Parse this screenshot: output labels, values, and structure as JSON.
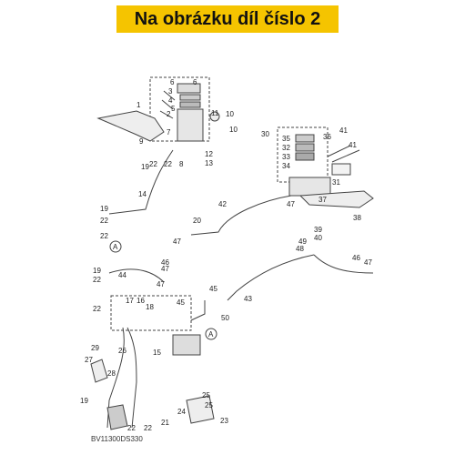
{
  "banner": {
    "title": "Na obrázku díl číslo 2",
    "color": "#f5c400"
  },
  "diagram_code": "BV11300DS330",
  "labels": {
    "l1": "1",
    "l2": "2",
    "l3": "3",
    "l4": "4",
    "l5": "5",
    "l6a": "6",
    "l6b": "6",
    "l7": "7",
    "l8": "8",
    "l9": "9",
    "l10a": "10",
    "l10b": "10",
    "l11": "11",
    "l12": "12",
    "l13": "13",
    "l14": "14",
    "l15": "15",
    "l16": "16",
    "l17": "17",
    "l18": "18",
    "l19a": "19",
    "l19b": "19",
    "l19c": "19",
    "l19d": "19",
    "l20": "20",
    "l21": "21",
    "l22a": "22",
    "l22b": "22",
    "l22c": "22",
    "l22d": "22",
    "l22e": "22",
    "l22f": "22",
    "l22g": "22",
    "l22h": "22",
    "l23": "23",
    "l24": "24",
    "l25a": "25",
    "l25b": "25",
    "l26": "26",
    "l27": "27",
    "l28": "28",
    "l29": "29",
    "l30": "30",
    "l31": "31",
    "l32": "32",
    "l33": "33",
    "l34": "34",
    "l35": "35",
    "l36": "36",
    "l37": "37",
    "l38": "38",
    "l39": "39",
    "l40": "40",
    "l41a": "41",
    "l41b": "41",
    "l42": "42",
    "l43": "43",
    "l44": "44",
    "l45a": "45",
    "l45b": "45",
    "l46a": "46",
    "l46b": "46",
    "l47a": "47",
    "l47b": "47",
    "l47c": "47",
    "l47d": "47",
    "l47e": "47",
    "l48": "48",
    "l49": "49",
    "l50": "50",
    "markA1": "A",
    "markA2": "A"
  }
}
